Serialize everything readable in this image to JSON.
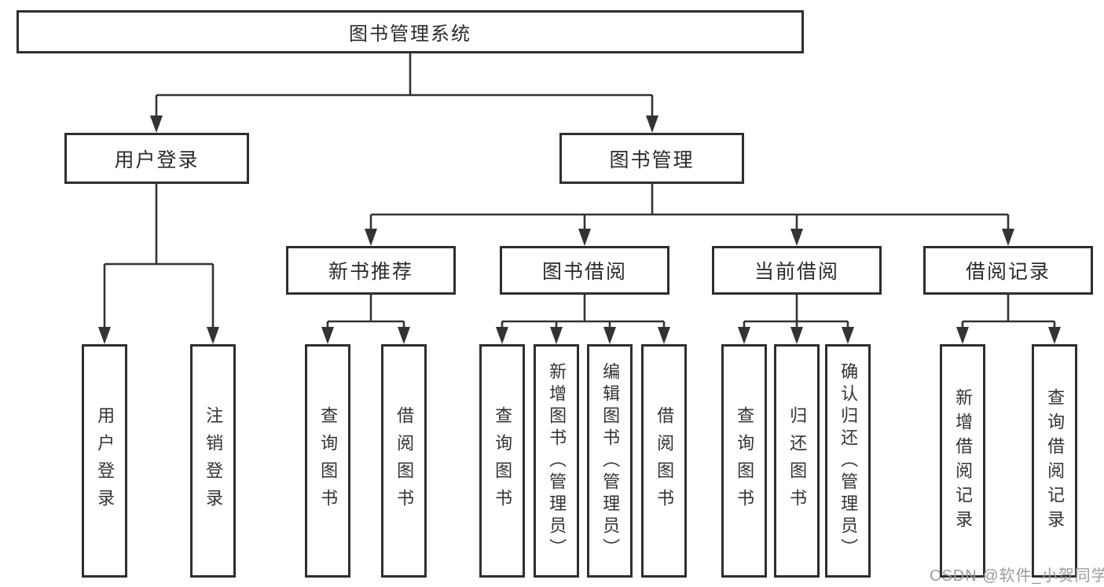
{
  "diagram": {
    "root": {
      "label": "图书管理系统"
    },
    "level2": [
      {
        "label": "用户登录"
      },
      {
        "label": "图书管理"
      }
    ],
    "level3": [
      {
        "label": "新书推荐",
        "parent": "图书管理"
      },
      {
        "label": "图书借阅",
        "parent": "图书管理"
      },
      {
        "label": "当前借阅",
        "parent": "图书管理"
      },
      {
        "label": "借阅记录",
        "parent": "图书管理"
      }
    ],
    "leaves": [
      {
        "label": "用户登录",
        "parent": "用户登录"
      },
      {
        "label": "注销登录",
        "parent": "用户登录"
      },
      {
        "label": "查询图书",
        "parent": "新书推荐"
      },
      {
        "label": "借阅图书",
        "parent": "新书推荐"
      },
      {
        "label": "查询图书",
        "parent": "图书借阅"
      },
      {
        "label": "新增图书（管理员）",
        "parent": "图书借阅"
      },
      {
        "label": "编辑图书（管理员）",
        "parent": "图书借阅"
      },
      {
        "label": "借阅图书",
        "parent": "图书借阅"
      },
      {
        "label": "查询图书",
        "parent": "当前借阅"
      },
      {
        "label": "归还图书",
        "parent": "当前借阅"
      },
      {
        "label": "确认归还（管理员）",
        "parent": "当前借阅"
      },
      {
        "label": "新增借阅记录",
        "parent": "借阅记录"
      },
      {
        "label": "查询借阅记录",
        "parent": "借阅记录"
      }
    ]
  },
  "watermark": {
    "text": "CSDN @软件_小贺同学"
  },
  "colors": {
    "line": "#333333",
    "box_border": "#2e2e2e",
    "text": "#333333",
    "background": "#ffffff",
    "watermark": "#9b9b9b"
  }
}
